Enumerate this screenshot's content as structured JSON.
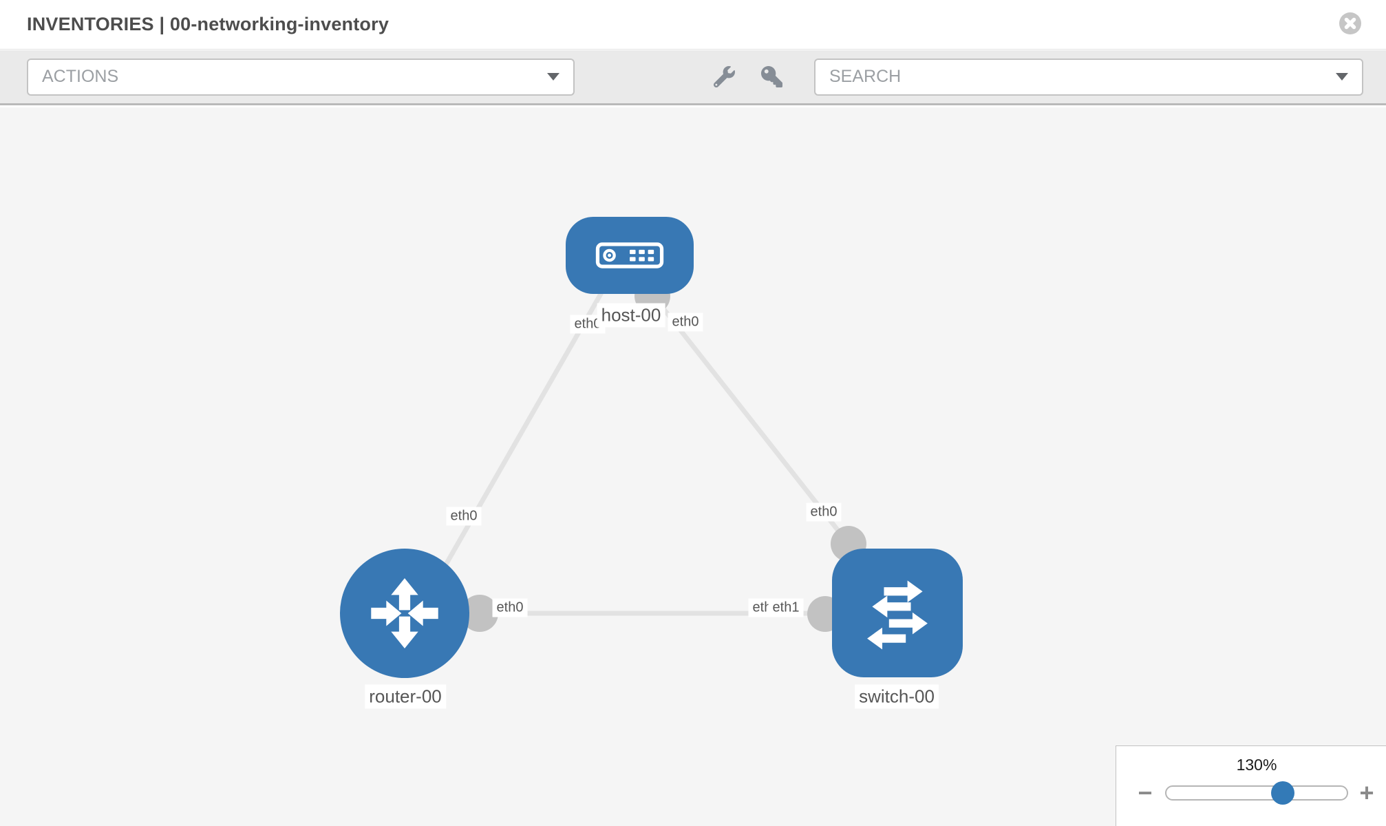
{
  "header": {
    "title": "INVENTORIES | 00-networking-inventory",
    "close_icon": "circle-x-icon"
  },
  "toolbar": {
    "actions_label": "ACTIONS",
    "search_label": "SEARCH",
    "icons": [
      "wrench-icon",
      "key-icon"
    ]
  },
  "topology": {
    "nodes": [
      {
        "label": "host-00",
        "type": "host"
      },
      {
        "label": "router-00",
        "type": "router"
      },
      {
        "label": "switch-00",
        "type": "switch"
      }
    ],
    "links": [
      {
        "from": "host-00",
        "from_interface": "eth0",
        "to": "router-00",
        "to_interface": "eth0"
      },
      {
        "from": "host-00",
        "from_interface": "eth0",
        "to": "switch-00",
        "to_interface": "eth0"
      },
      {
        "from": "router-00",
        "from_interface": "eth0",
        "to": "switch-00",
        "to_interface": "eth1"
      }
    ],
    "partially_hidden_interface_label": "eth0"
  },
  "zoom": {
    "value": "130%",
    "minus_label": "−",
    "plus_label": "+"
  },
  "colors": {
    "node_blue": "#3878b4",
    "link_gray": "#e2e2e2",
    "port_gray": "#c2c2c2",
    "slider_thumb_blue": "#337ab7",
    "toolbar_bg": "#eaeaea",
    "canvas_bg": "#f5f5f5"
  }
}
